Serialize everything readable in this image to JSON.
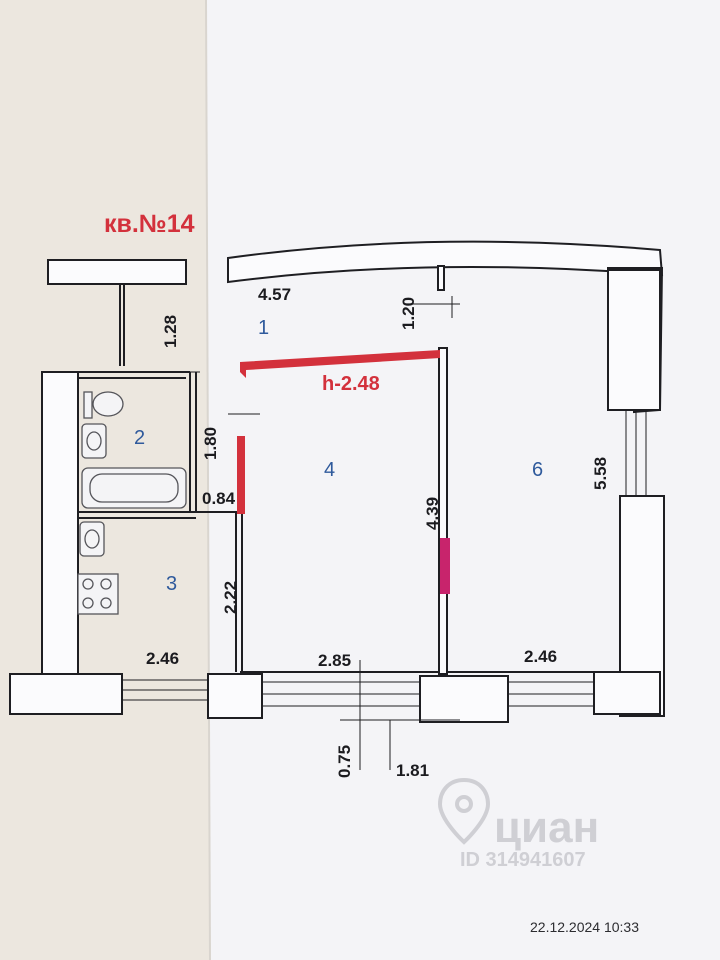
{
  "plan": {
    "apartment_label": "кв.№14",
    "height_label": "h-2.48",
    "rooms": [
      "1",
      "2",
      "3",
      "4",
      "6"
    ],
    "dimensions": [
      "4.57",
      "1.28",
      "1.20",
      "1.80",
      "0.84",
      "2.22",
      "4.39",
      "5.58",
      "2.46",
      "2.85",
      "2.46",
      "0.75",
      "1.81"
    ]
  },
  "watermark": {
    "brand": "циан",
    "listing_id": "ID 314941607"
  },
  "timestamp": "22.12.2024 10:33",
  "colors": {
    "accent_red": "#d3313c",
    "accent_magenta": "#c8246c",
    "room_number": "#2f5a9c"
  },
  "icons": [
    "toilet-icon",
    "sink-icon",
    "bathtub-icon",
    "stove-icon",
    "location-pin-icon"
  ]
}
